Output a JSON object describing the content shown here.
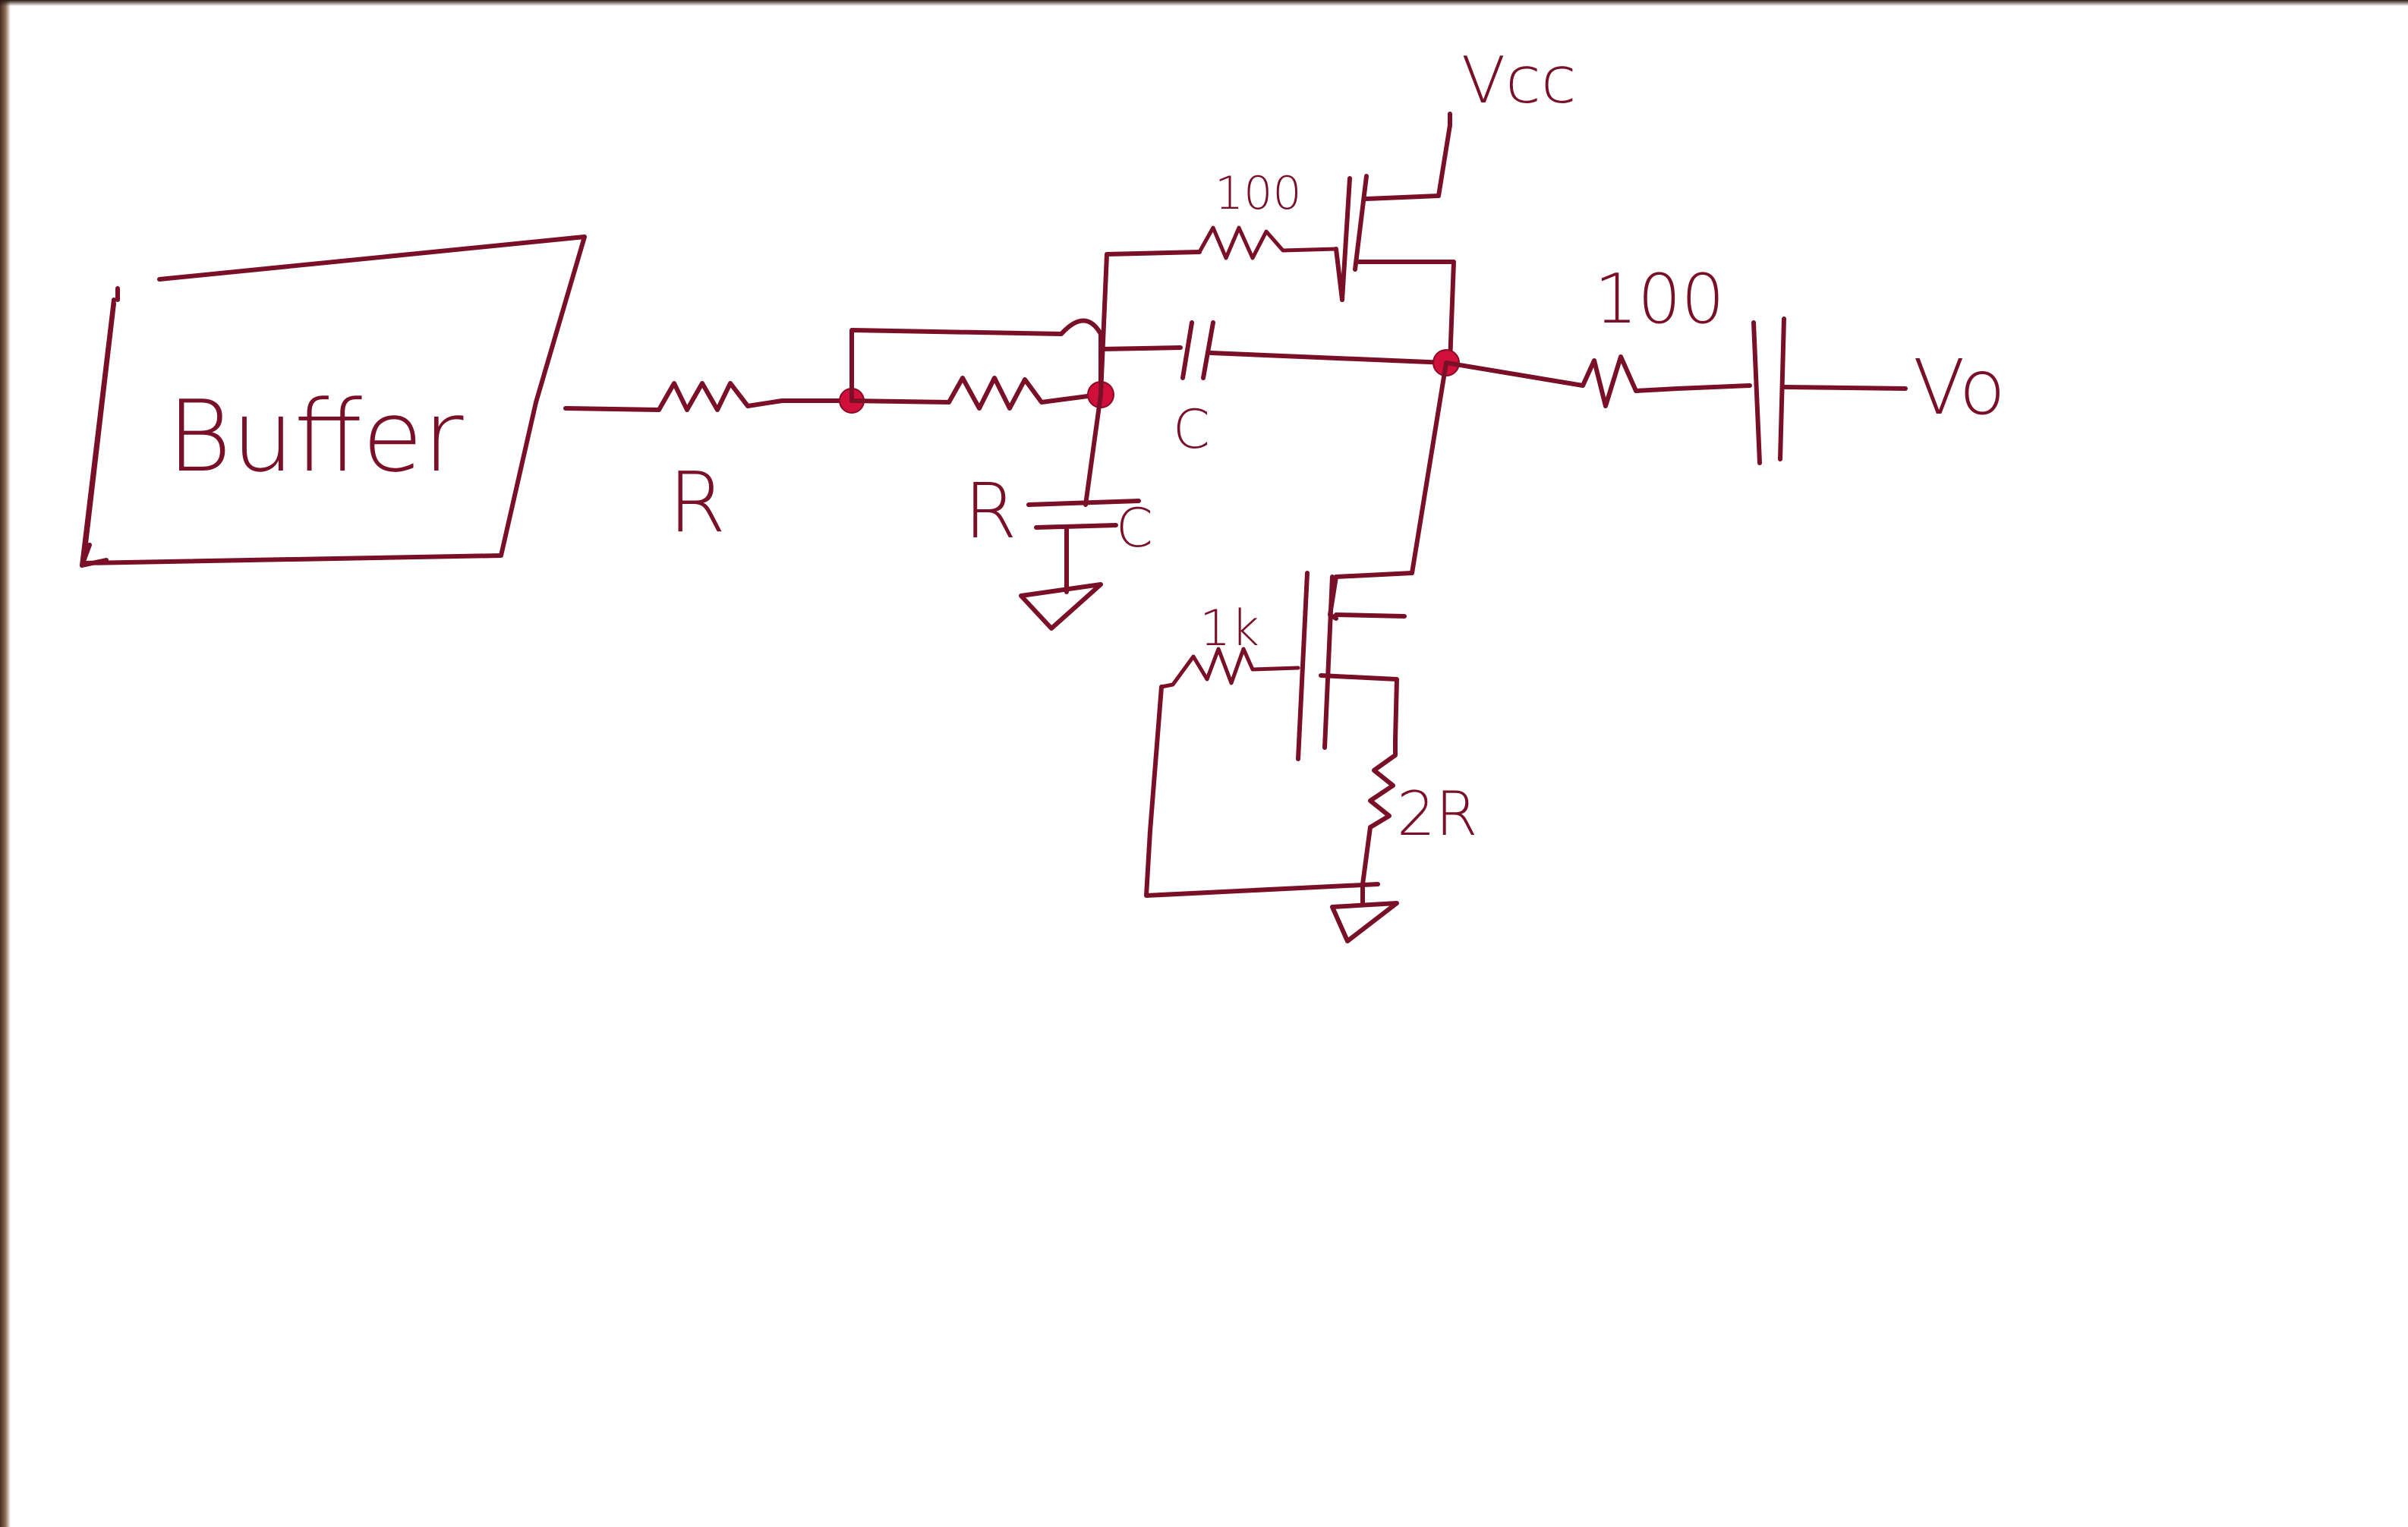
{
  "labels": {
    "buffer": "Buffer",
    "vcc": "Vcc",
    "vo": "Vo",
    "r_input": "R",
    "r_filter": "R",
    "c_filter": "C",
    "c_coupling": "C",
    "r_gate_top": "100",
    "r_output": "100",
    "r_gate_bottom": "1k",
    "r_source": "2R"
  },
  "colors": {
    "ink": "#7a1028",
    "node": "#d0103a",
    "paper": "#ffffff"
  }
}
